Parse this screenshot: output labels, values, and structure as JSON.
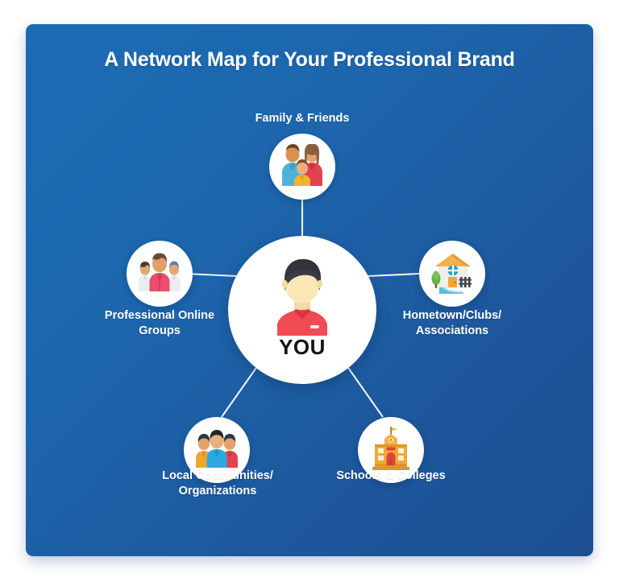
{
  "card": {
    "title": "A Network Map for Your Professional Brand",
    "bg_gradient_from": "#1b6cb3",
    "bg_gradient_to": "#1c4f92"
  },
  "center_node": {
    "label": "YOU",
    "icon": "person-avatar-icon",
    "label_color": "#131313",
    "circle_color": "#ffffff"
  },
  "nodes": [
    {
      "id": "family-friends",
      "label": "Family & Friends",
      "icon": "family-group-icon",
      "label_line1": "Family & Friends",
      "label_line2": ""
    },
    {
      "id": "professional-online-groups",
      "label": "Professional Online Groups",
      "icon": "people-group-icon",
      "label_line1": "Professional Online",
      "label_line2": "Groups"
    },
    {
      "id": "hometown-clubs-associations",
      "label": "Hometown/Clubs/Associations",
      "icon": "house-icon",
      "label_line1": "Hometown/Clubs/",
      "label_line2": "Associations"
    },
    {
      "id": "local-communities-organizations",
      "label": "Local Communities/Organizations",
      "icon": "three-people-icon",
      "label_line1": "Local Communities/",
      "label_line2": "Organizations"
    },
    {
      "id": "schools-colleges",
      "label": "Schools & Colleges",
      "icon": "school-building-icon",
      "label_line1": "Schools & Colleges",
      "label_line2": ""
    }
  ],
  "connectors": {
    "color": "#ffffff",
    "count": 5
  }
}
